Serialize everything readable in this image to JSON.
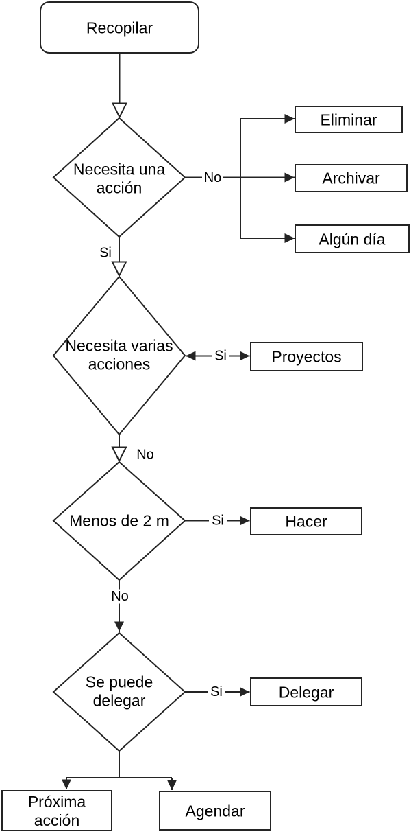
{
  "diagram": {
    "colors": {
      "bg": "#ffffff",
      "line": "#242424",
      "text": "#000000",
      "node_fill": "#ffffff"
    },
    "nodes": {
      "recopilar": {
        "label": "Recopilar",
        "shape": "rounded-rect"
      },
      "necesita_una_accion": {
        "lines": [
          "Necesita una",
          "acción"
        ],
        "shape": "diamond"
      },
      "eliminar": {
        "label": "Eliminar",
        "shape": "rect"
      },
      "archivar": {
        "label": "Archivar",
        "shape": "rect"
      },
      "algun_dia": {
        "label": "Algún día",
        "shape": "rect"
      },
      "necesita_varias_acciones": {
        "lines": [
          "Necesita varias",
          "acciones"
        ],
        "shape": "diamond"
      },
      "proyectos": {
        "label": "Proyectos",
        "shape": "rect"
      },
      "menos_de_2_m": {
        "label": "Menos de 2 m",
        "shape": "diamond"
      },
      "hacer": {
        "label": "Hacer",
        "shape": "rect"
      },
      "se_puede_delegar": {
        "lines": [
          "Se puede",
          "delegar"
        ],
        "shape": "diamond"
      },
      "delegar": {
        "label": "Delegar",
        "shape": "rect"
      },
      "proxima_accion": {
        "lines": [
          "Próxima",
          "acción"
        ],
        "shape": "rect"
      },
      "agendar": {
        "label": "Agendar",
        "shape": "rect"
      }
    },
    "edge_labels": {
      "necesita_accion_no": "No",
      "necesita_accion_si": "Si",
      "varias_acciones_si": "Si",
      "varias_acciones_no": "No",
      "menos_2m_si": "Si",
      "menos_2m_no": "No",
      "se_puede_delegar_si": "Si"
    }
  }
}
